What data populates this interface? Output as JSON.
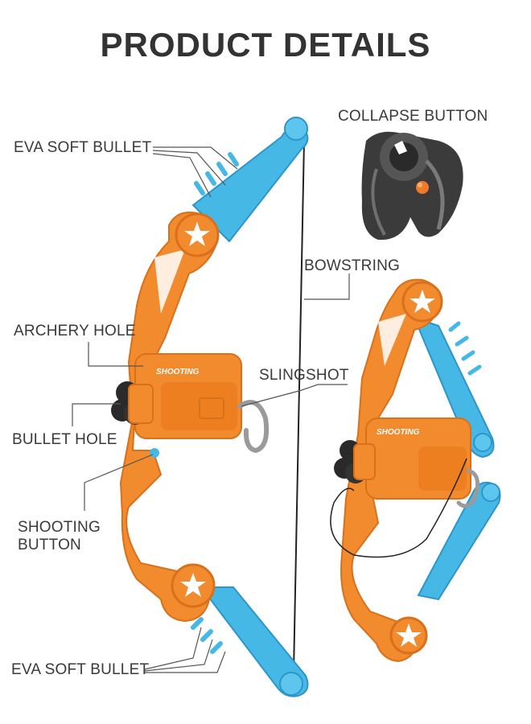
{
  "title": "PRODUCT DETAILS",
  "labels": {
    "eva_top": "EVA SOFT BULLET",
    "collapse": "COLLAPSE BUTTON",
    "bowstring": "BOWSTRING",
    "archery_hole": "ARCHERY HOLE",
    "slingshot": "SLINGSHOT",
    "bullet_hole": "BULLET HOLE",
    "shooting_button_line1": "SHOOTING",
    "shooting_button_line2": "BUTTON",
    "eva_bottom": "EVA SOFT BULLET"
  },
  "brand_text": "SHOOTING",
  "colors": {
    "orange": "#f28a2e",
    "orange_dark": "#d9701c",
    "blue": "#45b8e6",
    "blue_dark": "#2d95c9",
    "black": "#2a2a2a",
    "label": "#3a3a3a",
    "line": "#555555"
  },
  "icons": [
    "star-icon",
    "collapse-button-icon"
  ]
}
